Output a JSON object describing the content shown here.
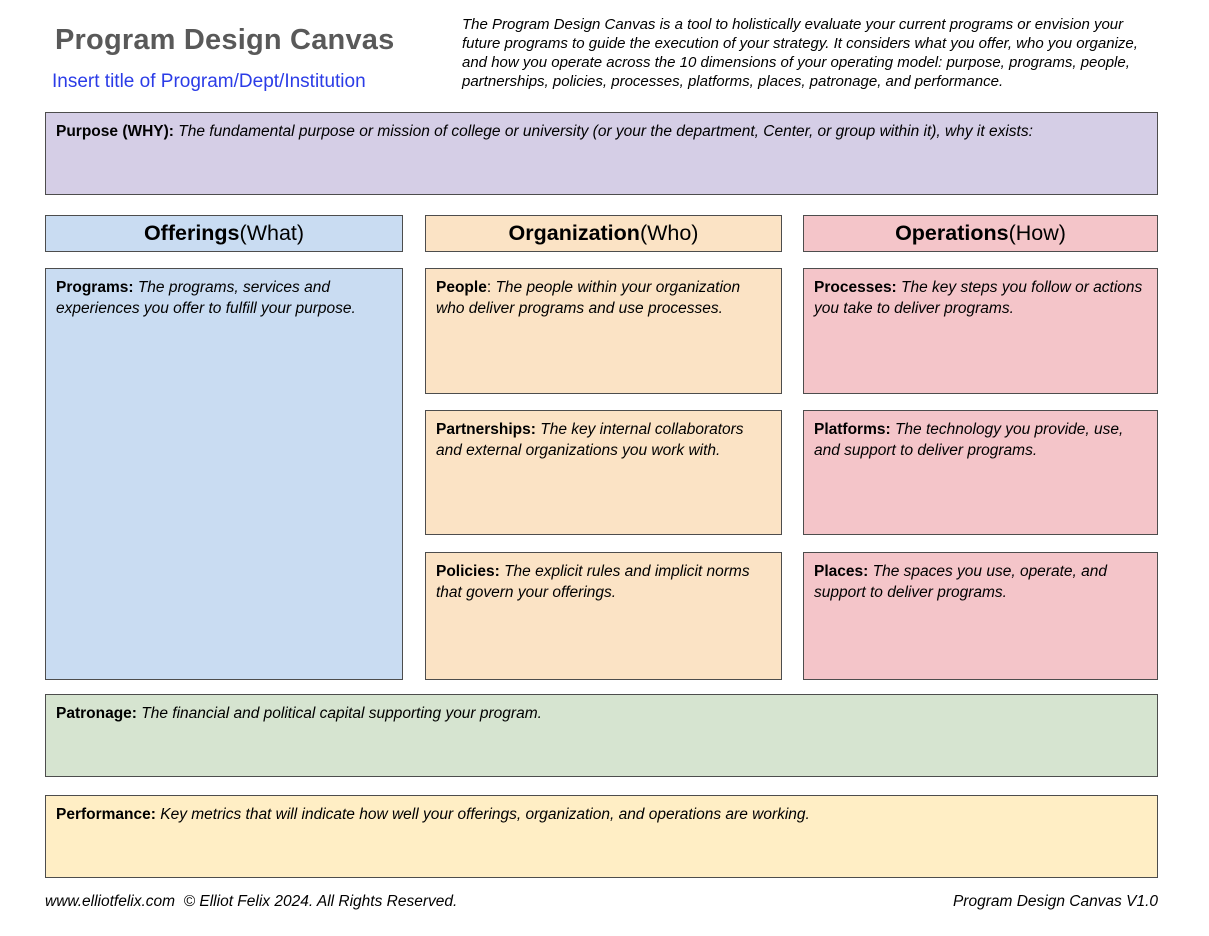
{
  "header": {
    "title": "Program Design Canvas",
    "subtitle_placeholder": "Insert title of Program/Dept/Institution",
    "description": "The Program Design Canvas is a tool to holistically evaluate your current programs or envision your future programs to guide the execution of your strategy. It considers what you offer, who you organize, and how you operate across the 10 dimensions of your operating model: purpose, programs, people, partnerships, policies, processes, platforms, places, patronage, and performance."
  },
  "colors": {
    "purpose_bg": "#d5cee6",
    "offerings_bg": "#c9dcf2",
    "organization_bg": "#fbe3c5",
    "operations_bg": "#f4c5c9",
    "patronage_bg": "#d6e4d0",
    "performance_bg": "#ffeec5",
    "title_text": "#595959",
    "subtitle_text": "#2b3ce7",
    "box_border": "#4d4d4d"
  },
  "purpose": {
    "label": "Purpose (WHY):",
    "text": "The fundamental purpose or mission of college or university (or your the department, Center, or group within it), why it exists:"
  },
  "offerings": {
    "header_bold": "Offerings",
    "header_rest": "(What)",
    "programs": {
      "label": "Programs:",
      "text": "The programs, services and experiences you offer to fulfill your purpose."
    }
  },
  "organization": {
    "header_bold": "Organization",
    "header_rest": "(Who)",
    "people": {
      "label": "People",
      "colon": ":",
      "text": "The people within your organization who deliver programs and use processes."
    },
    "partnerships": {
      "label": "Partnerships:",
      "text": "The key internal collaborators and external organizations you work with."
    },
    "policies": {
      "label": "Policies:",
      "text": "The explicit rules and implicit norms that govern your offerings."
    }
  },
  "operations": {
    "header_bold": "Operations",
    "header_rest": "(How)",
    "processes": {
      "label": "Processes:",
      "text": "The key steps you follow or actions you take to deliver programs."
    },
    "platforms": {
      "label": "Platforms:",
      "text": "The technology you provide, use, and support to deliver programs."
    },
    "places": {
      "label": "Places:",
      "text": "The spaces you use, operate, and support to deliver programs."
    }
  },
  "patronage": {
    "label": "Patronage:",
    "text": "The financial and political capital supporting your program."
  },
  "performance": {
    "label": "Performance:",
    "text": "Key metrics that will indicate how well your offerings, organization, and operations are working."
  },
  "footer": {
    "left": "www.elliotfelix.com  © Elliot Felix 2024. All Rights Reserved.",
    "right": "Program Design Canvas V1.0"
  }
}
